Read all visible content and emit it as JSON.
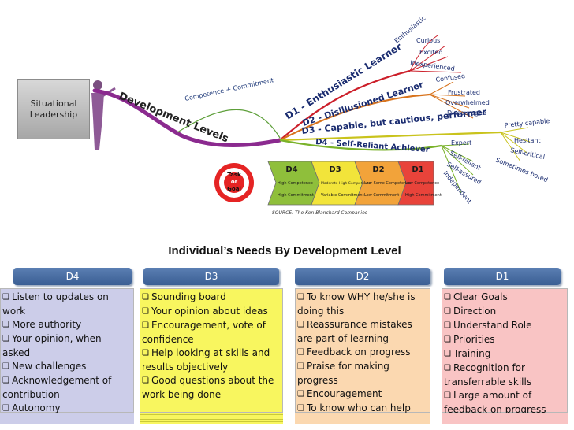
{
  "center_box": "Situational\nLeadership",
  "development_levels_label": "Development Levels",
  "competence_label": "Competence + Commitment",
  "branches": [
    {
      "label": "D1 - Enthusiastic Learner",
      "color": "#cc1f2a",
      "children": [
        "Enthusiastic",
        "Curious",
        "Excited",
        "Inexperienced"
      ]
    },
    {
      "label": "D2 - Disillusioned Learner",
      "color": "#d8731c",
      "children": [
        "Confused",
        "Frustrated",
        "Overwhelmed",
        "Discouraged"
      ]
    },
    {
      "label": "D3 - Capable, but cautious, performer",
      "color": "#c9c31c",
      "children": [
        "Pretty capable",
        "Hesitant",
        "Self-critical",
        "Sometimes bored"
      ]
    },
    {
      "label": "D4 - Self-Reliant Achiever",
      "color": "#7ab22a",
      "children": [
        "Expert",
        "Self-reliant",
        "Self-assured",
        "Independent"
      ]
    }
  ],
  "target_text": [
    "Task",
    "or",
    "Goal"
  ],
  "arrow_boxes": [
    {
      "code": "D4",
      "lines": [
        "High Competence",
        "High Commitment"
      ],
      "color": "#8fbf3b"
    },
    {
      "code": "D3",
      "lines": [
        "Moderate-High Competence",
        "Variable Commitment"
      ],
      "color": "#f2e43a"
    },
    {
      "code": "D2",
      "lines": [
        "Low-Some Competence",
        "Low Commitment"
      ],
      "color": "#f2a33a"
    },
    {
      "code": "D1",
      "lines": [
        "Low Competence",
        "High Commitment"
      ],
      "color": "#e8433a"
    }
  ],
  "source": "SOURCE: The Ken Blanchard Companies",
  "section_title": "Individual’s Needs By Development Level",
  "columns": [
    {
      "head": "D4",
      "items": [
        "Listen to updates on work",
        "More authority",
        "Your opinion, when asked",
        "New challenges",
        "Acknowledgement of contribution",
        "Autonomy"
      ]
    },
    {
      "head": "D3",
      "items": [
        "Sounding board",
        "Your opinion about ideas",
        "Encouragement, vote of confidence",
        "Help looking at skills and results objectively",
        "Good questions about the work being done"
      ]
    },
    {
      "head": "D2",
      "items": [
        "To know WHY he/she is doing this",
        "Reassurance mistakes are part of learning",
        "Feedback on progress",
        "Praise for making progress",
        "Encouragement",
        "To know who can help"
      ]
    },
    {
      "head": "D1",
      "items": [
        "Clear Goals",
        "Direction",
        "Understand Role",
        "Priorities",
        "Training",
        "Recognition for transferrable skills",
        "Large amount of feedback on progress"
      ]
    }
  ]
}
